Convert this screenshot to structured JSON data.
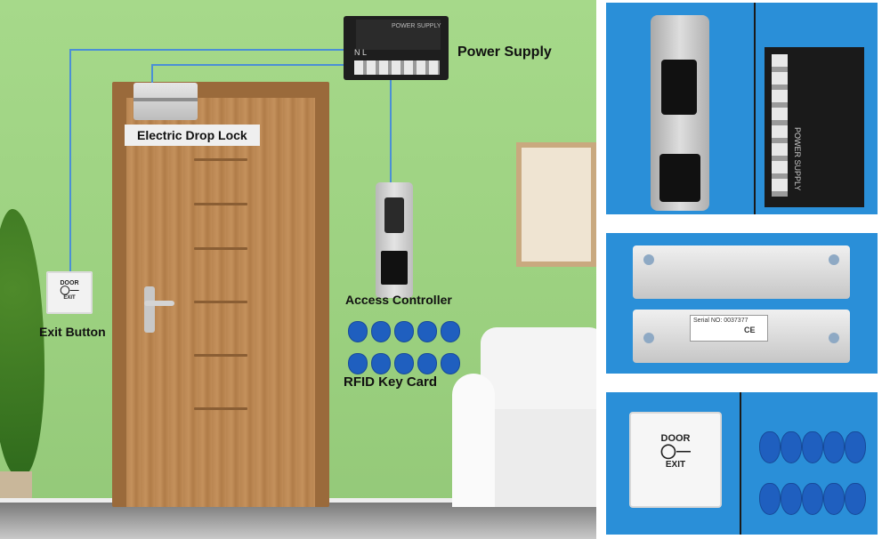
{
  "labels": {
    "power_supply": "Power Supply",
    "electric_drop_lock": "Electric Drop Lock",
    "access_controller": "Access Controller",
    "exit_button": "Exit Button",
    "rfid_key_card": "RFID Key Card"
  },
  "exit_button_face": {
    "top": "DOOR",
    "bottom": "EXIT"
  },
  "power_supply_face": {
    "title": "POWER SUPPLY",
    "terminals": "N L"
  },
  "lock_face": {
    "serial": "Serial NO: 0037377",
    "ce": "CE"
  },
  "colors": {
    "wall": "#9bd07f",
    "wire": "#4b8fd6",
    "panel_bg": "#2a8fd8",
    "tag": "#1f5fbf"
  }
}
